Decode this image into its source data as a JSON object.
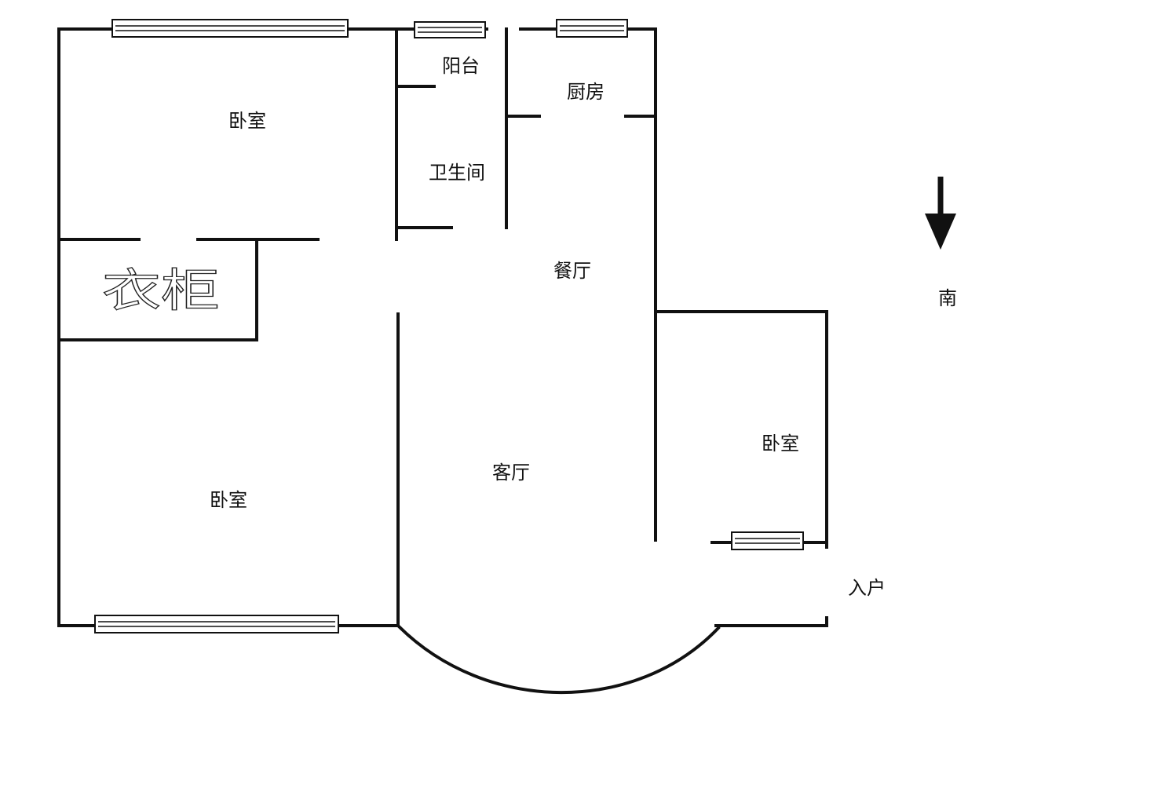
{
  "rooms": {
    "bedroom_top": "卧室",
    "balcony": "阳台",
    "kitchen": "厨房",
    "bathroom": "卫生间",
    "dining": "餐厅",
    "wardrobe": "衣柜",
    "bedroom_bottom": "卧室",
    "living": "客厅",
    "bedroom_right": "卧室",
    "entrance": "入户"
  },
  "compass": {
    "direction": "南",
    "icon": "arrow-down-icon"
  },
  "colors": {
    "line": "#111111",
    "background": "#ffffff"
  }
}
